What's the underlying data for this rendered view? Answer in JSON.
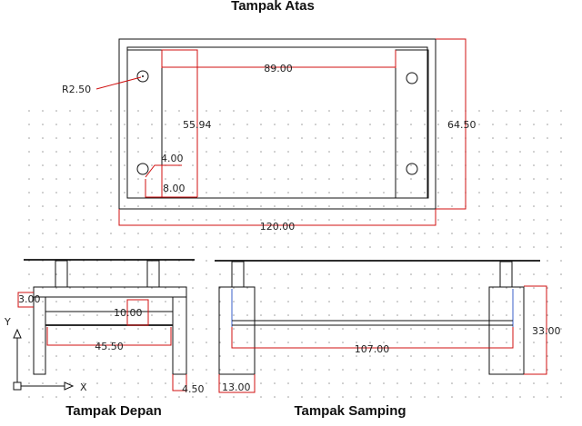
{
  "titles": {
    "top": "Tampak Atas",
    "front": "Tampak Depan",
    "side": "Tampak Samping"
  },
  "dimensions": {
    "radius": "R2.50",
    "top_span": "89.00",
    "height_left": "55.94",
    "offset_y": "4.00",
    "offset_x": "8.00",
    "depth": "64.50",
    "total_length": "120.00",
    "front_left_gap": "3.00",
    "front_shelf": "10.00",
    "front_bottom": "45.50",
    "front_leg": "4.50",
    "side_span": "107.00",
    "side_height": "33.00",
    "side_leg": "13.00"
  },
  "axis": {
    "y": "Y",
    "x": "X"
  },
  "colors": {
    "dimension": "#d01010",
    "outline": "#111111",
    "hidden": "#3a5fc8"
  }
}
